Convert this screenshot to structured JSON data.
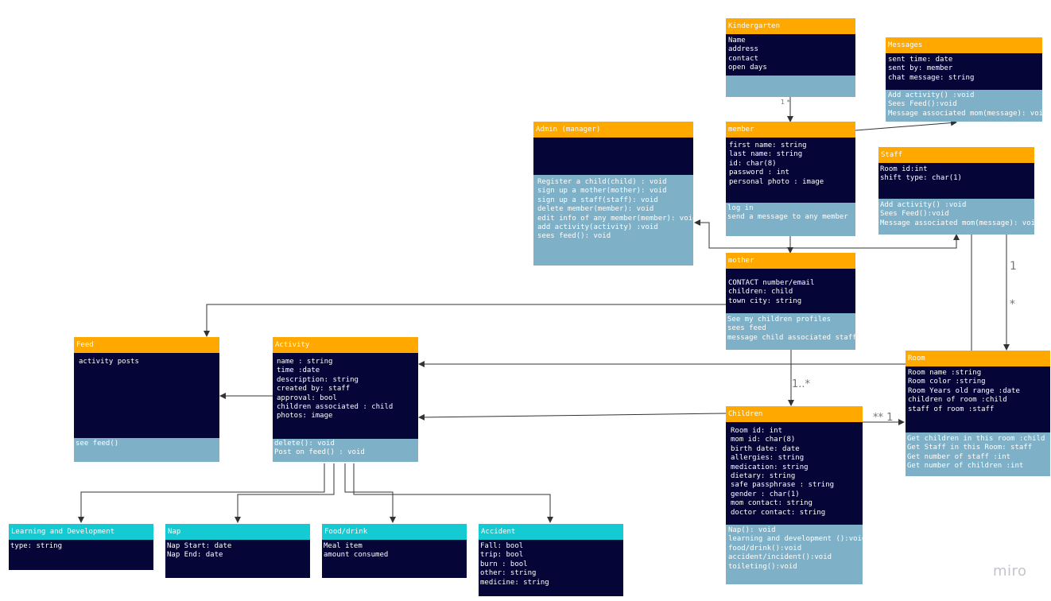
{
  "classes": {
    "kindergarten": {
      "title": "Kindergarten",
      "attributes": [
        "Name",
        "address",
        "contact",
        "open days"
      ],
      "operations": []
    },
    "messages": {
      "title": "Messages",
      "attributes": [
        "sent time: date",
        "sent by: member",
        "chat message: string"
      ],
      "operations": [
        "Add activity() :void",
        "Sees Feed():void",
        "Message associated mom(message): void"
      ]
    },
    "admin": {
      "title": "Admin (manager)",
      "attributes": [],
      "operations": [
        "Register a child(child) : void",
        "sign up a mother(mother): void",
        "sign up a staff(staff): void",
        "delete member(member): void",
        "edit info of any member(member): void",
        "add activity(activity) :void",
        "sees feed(): void"
      ]
    },
    "member": {
      "title": "member",
      "attributes": [
        "first name: string",
        "last name: string",
        "id: char(8)",
        "password : int",
        "personal photo : image"
      ],
      "operations": [
        "log in",
        "send a message to any member"
      ]
    },
    "staff": {
      "title": "Staff",
      "attributes": [
        "Room id:int",
        "shift type: char(1)"
      ],
      "operations": [
        "Add activity() :void",
        "Sees Feed():void",
        "Message associated mom(message): void"
      ]
    },
    "mother": {
      "title": "mother",
      "attributes": [
        "CONTACT number/email",
        "children: child",
        "town city: string"
      ],
      "operations": [
        "See my children profiles",
        "sees feed",
        "message child associated staff"
      ]
    },
    "feed": {
      "title": "Feed",
      "attributes": [
        "activity posts"
      ],
      "operations": [
        "see feed()"
      ]
    },
    "activity": {
      "title": "Activity",
      "attributes": [
        "name : string",
        "time :date",
        "description: string",
        "created by: staff",
        "approval: bool",
        "children associated : child",
        "photos: image"
      ],
      "operations": [
        "delete(): void",
        "Post on feed() : void"
      ]
    },
    "room": {
      "title": "Room",
      "attributes": [
        "Room name :string",
        "Room color :string",
        "Room Years old range :date",
        "children of room :child",
        "staff of room :staff"
      ],
      "operations": [
        "Get children in this room :child",
        "Get Staff in this Room: staff",
        "Get number of staff :int",
        "Get number of children :int"
      ]
    },
    "children": {
      "title": "Children",
      "attributes": [
        "Room id: int",
        "mom id: char(8)",
        "birth date: date",
        "allergies: string",
        "medication: string",
        "dietary: string",
        "safe passphrase : string",
        "gender : char(1)",
        "mom contact: string",
        "doctor contact: string"
      ],
      "operations": [
        "Nap(): void",
        "learning and development ():void",
        "food/drink():void",
        "accident/incident():void",
        "toileting():void"
      ]
    },
    "learning": {
      "title": "Learning and Development",
      "attributes": [
        "type: string"
      ]
    },
    "nap": {
      "title": "Nap",
      "attributes": [
        "Nap Start: date",
        "Nap End: date"
      ]
    },
    "food": {
      "title": "Food/drink",
      "attributes": [
        "Meal item",
        "amount consumed"
      ]
    },
    "accident": {
      "title": "Accident",
      "attributes": [
        "Fall: bool",
        "trip: bool",
        "burn : bool",
        "other: string",
        "medicine: string"
      ]
    }
  },
  "multiplicities": {
    "kindergarten_member": "1 *",
    "staff_room_one": "1",
    "staff_room_many": "*",
    "mother_children": "1..*",
    "children_room": "** 1"
  },
  "brand": "miro",
  "colors": {
    "header": "#fea800",
    "header_sub": "#14cbd3",
    "attributes": "#060538",
    "operations": "#7eb0c7",
    "lines": "#333333"
  }
}
